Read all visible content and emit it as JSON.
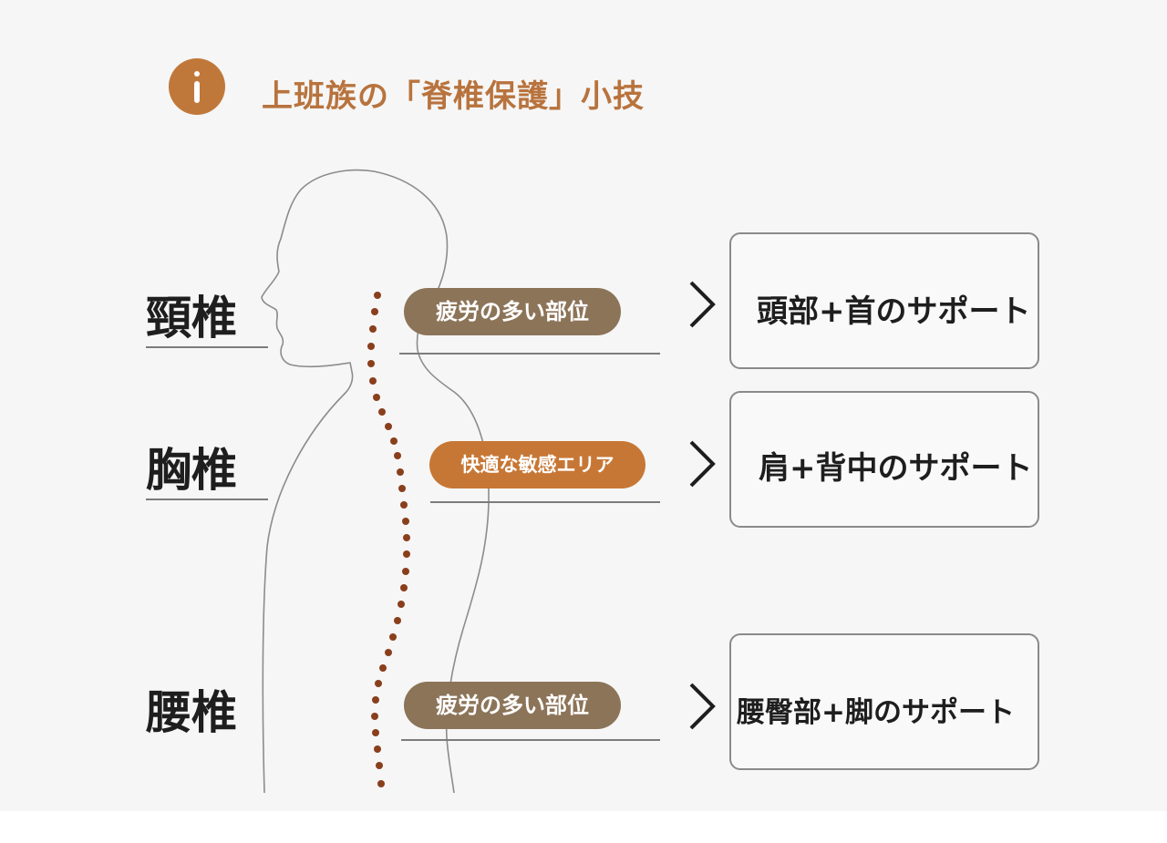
{
  "header": {
    "title": "上班族の「脊椎保護」小技",
    "icon": "info-icon",
    "accent_color": "#c0783a"
  },
  "sections": [
    {
      "region_label": "頸椎",
      "tag": "疲労の多い部位",
      "tag_color": "#8c7459",
      "support": "頭部+首のサポート"
    },
    {
      "region_label": "胸椎",
      "tag": "快適な敏感エリア",
      "tag_color": "#c77735",
      "support": "肩+背中のサポート"
    },
    {
      "region_label": "腰椎",
      "tag": "疲労の多い部位",
      "tag_color": "#8c7459",
      "support": "腰臀部+脚のサポート"
    }
  ],
  "spine_color": "#8a3f1c"
}
